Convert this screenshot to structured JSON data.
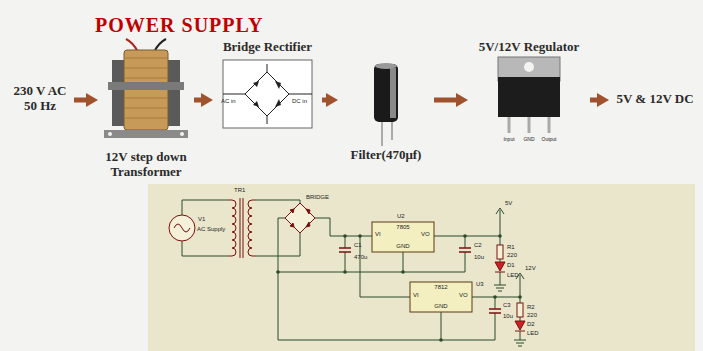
{
  "diagram": {
    "title": "POWER SUPPLY",
    "nodes": [
      {
        "text": [
          "230 V AC 50 Hz"
        ]
      },
      {
        "text": [
          "12V step down Transformer"
        ]
      },
      {
        "text": [
          "Bridge Rectifier"
        ]
      },
      {
        "text": [
          "Filter(470μf)"
        ]
      },
      {
        "text": [
          "5V/12V Regulator"
        ]
      },
      {
        "text": [
          "5V & 12V DC"
        ]
      }
    ],
    "edges": [
      {
        "from": 0,
        "to": 1,
        "arrow": "to"
      },
      {
        "from": 1,
        "to": 2,
        "arrow": "to"
      },
      {
        "from": 2,
        "to": 3,
        "arrow": "to"
      },
      {
        "from": 3,
        "to": 4,
        "arrow": "to"
      },
      {
        "from": 4,
        "to": 5,
        "arrow": "to"
      }
    ],
    "labels": [
      "AC in",
      "DC in",
      "Input",
      "GND",
      "Output",
      "V1",
      "AC Supply",
      "TR1",
      "BRIDGE",
      "C1",
      "470u",
      "U2",
      "7805",
      "VI",
      "VO",
      "GND",
      "C2",
      "10u",
      "R1",
      "220",
      "D1",
      "LED",
      "5V",
      "U3",
      "7812",
      "VI",
      "VO",
      "GND",
      "C3",
      "10u",
      "R2",
      "220",
      "D2",
      "LED",
      "12V"
    ]
  }
}
